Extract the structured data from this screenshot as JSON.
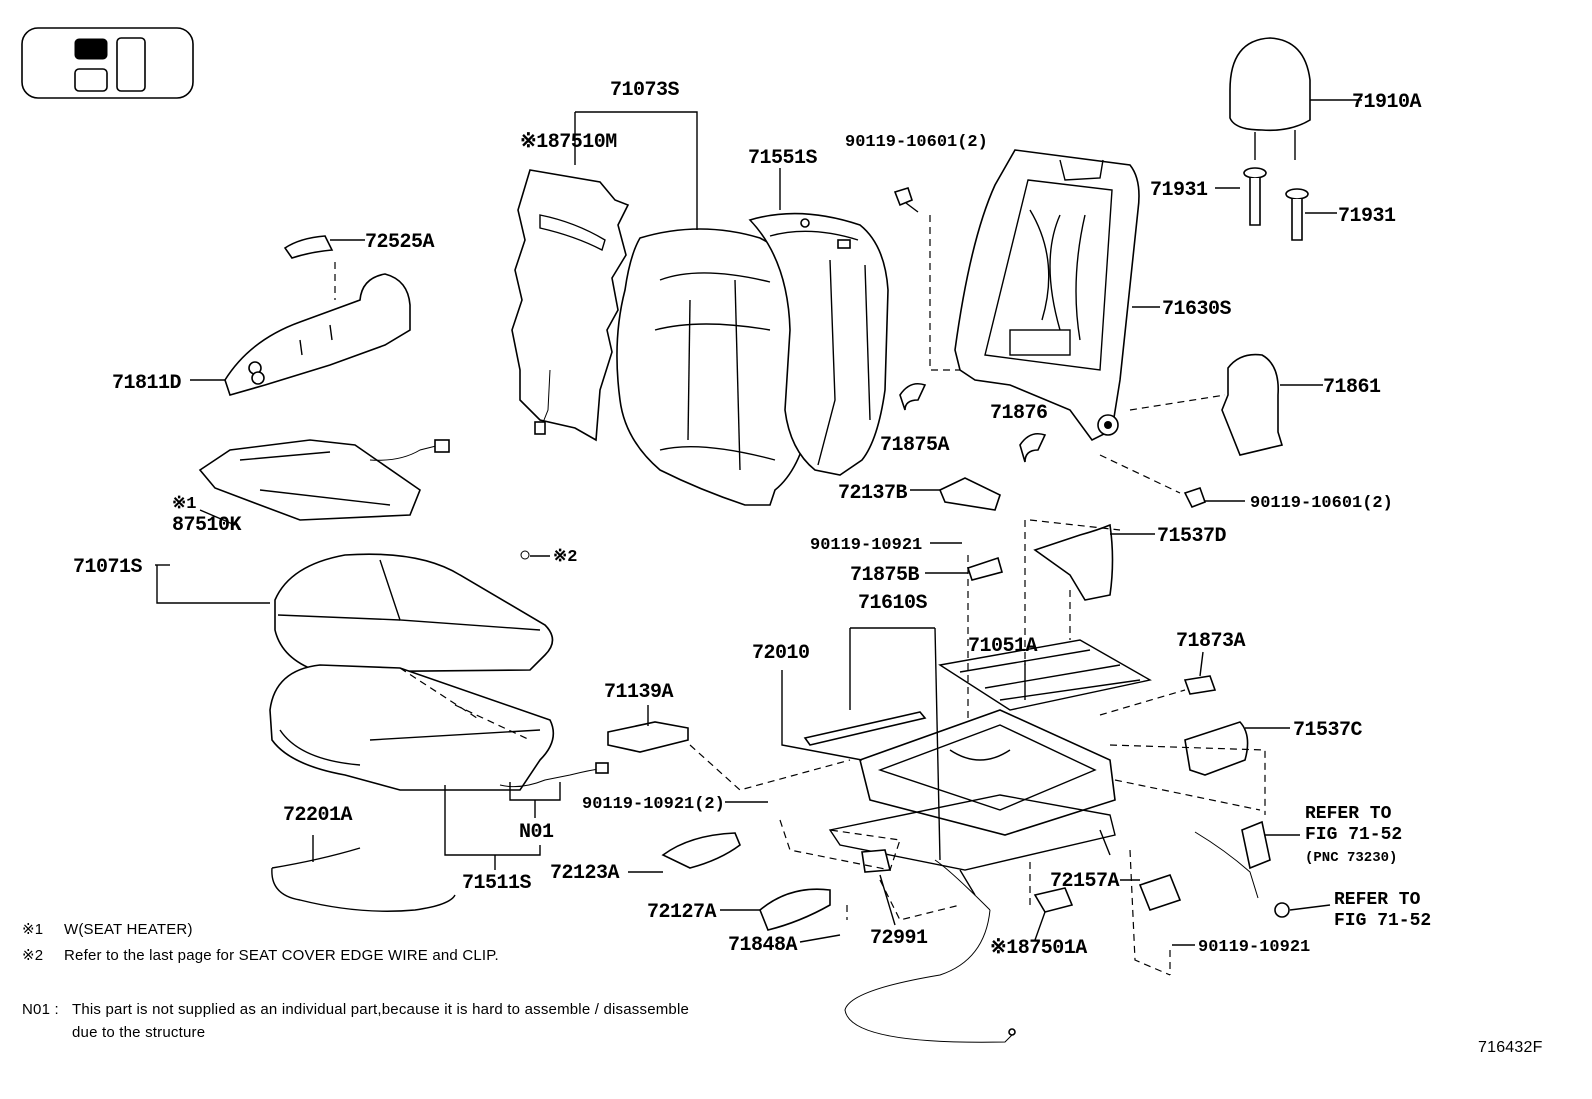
{
  "figure_code": "716432F",
  "notes": {
    "n1_mark": "※1",
    "n1_text": "W(SEAT HEATER)",
    "n2_mark": "※2",
    "n2_text": "Refer to the last page for SEAT COVER EDGE WIRE and CLIP.",
    "n01_mark": "N01 :",
    "n01_line1": "This part is not supplied as an individual part,because it is hard to assemble / disassemble",
    "n01_line2": "due to the structure"
  },
  "refs": {
    "ref1_line1": "REFER TO",
    "ref1_line2": "FIG 71-52",
    "ref1_line3": "(PNC 73230)",
    "ref2_line1": "REFER TO",
    "ref2_line2": "FIG 71-52"
  },
  "labels": {
    "p71073S": "71073S",
    "p87510M": "※187510M",
    "p71551S": "71551S",
    "p90119_10601_a": "90119-10601(2)",
    "p71910A": "71910A",
    "p71931_a": "71931",
    "p71931_b": "71931",
    "p72525A": "72525A",
    "p71630S": "71630S",
    "p71811D": "71811D",
    "p71861": "71861",
    "p71876": "71876",
    "p71875A": "71875A",
    "p90119_10601_b": "90119-10601(2)",
    "p72137B": "72137B",
    "p71537D": "71537D",
    "p87510K_mark": "※1",
    "p87510K": "87510K",
    "p90119_10921_a": "90119-10921",
    "p71071S": "71071S",
    "mark2": "※2",
    "p71875B": "71875B",
    "p71610S": "71610S",
    "p72010": "72010",
    "p71051A": "71051A",
    "p71873A": "71873A",
    "p71139A": "71139A",
    "p71537C": "71537C",
    "p90119_10921_2": "90119-10921(2)",
    "p72201A": "72201A",
    "pN01": "N01",
    "p72123A": "72123A",
    "p71511S": "71511S",
    "p72157A": "72157A",
    "p72127A": "72127A",
    "p72991": "72991",
    "p87501A": "※187501A",
    "p90119_10921_c": "90119-10921",
    "p71848A": "71848A"
  }
}
